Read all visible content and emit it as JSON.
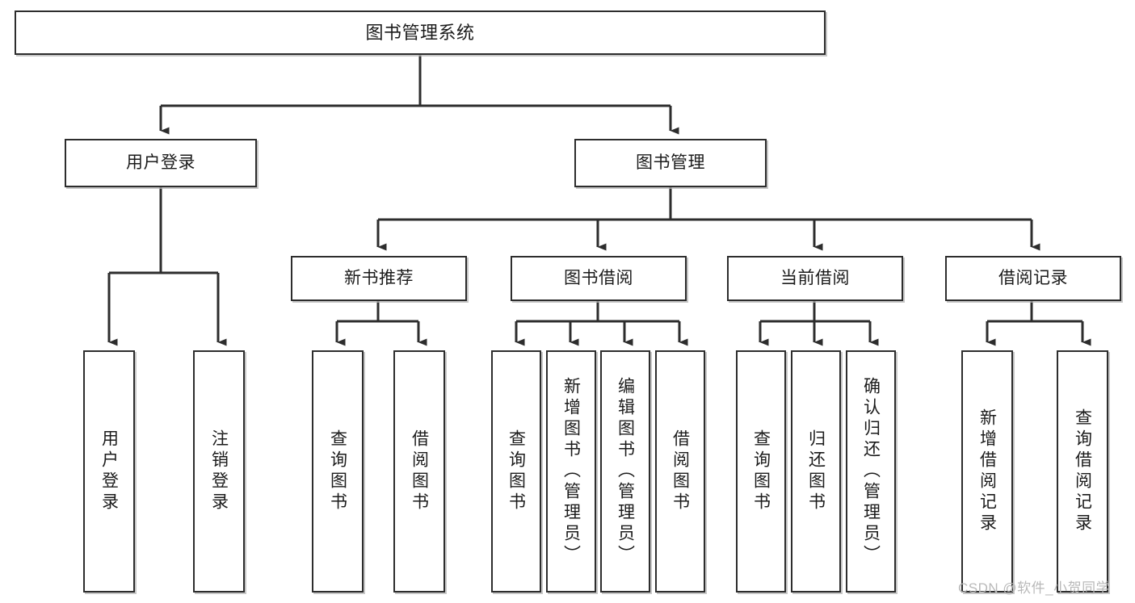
{
  "diagram": {
    "title": "图书管理系统",
    "type": "tree",
    "orientation": "top-down",
    "colors": {
      "background": "#ffffff",
      "node_fill": "#ffffff",
      "node_border": "#2d2d2d",
      "edge": "#2d2d2d",
      "text": "#1b1b1b",
      "watermark": "#b9b9b9"
    },
    "root": {
      "label": "图书管理系统",
      "name": "node-root"
    },
    "level2": [
      {
        "label": "用户登录",
        "name": "node-user-login"
      },
      {
        "label": "图书管理",
        "name": "node-book-management"
      }
    ],
    "level3": [
      {
        "label": "新书推荐",
        "name": "node-new-book-recommend"
      },
      {
        "label": "图书借阅",
        "name": "node-book-borrow"
      },
      {
        "label": "当前借阅",
        "name": "node-current-borrow"
      },
      {
        "label": "借阅记录",
        "name": "node-borrow-record"
      }
    ],
    "leaves": {
      "user_login": [
        {
          "label": "用户登录",
          "name": "leaf-user-login"
        },
        {
          "label": "注销登录",
          "name": "leaf-logout"
        }
      ],
      "new_book_recommend": [
        {
          "label": "查询图书",
          "name": "leaf-query-book-1"
        },
        {
          "label": "借阅图书",
          "name": "leaf-borrow-book-1"
        }
      ],
      "book_borrow": [
        {
          "label": "查询图书",
          "name": "leaf-query-book-2"
        },
        {
          "label": "新增图书（管理员）",
          "name": "leaf-add-book-admin"
        },
        {
          "label": "编辑图书（管理员）",
          "name": "leaf-edit-book-admin"
        },
        {
          "label": "借阅图书",
          "name": "leaf-borrow-book-2"
        }
      ],
      "current_borrow": [
        {
          "label": "查询图书",
          "name": "leaf-query-book-3"
        },
        {
          "label": "归还图书",
          "name": "leaf-return-book"
        },
        {
          "label": "确认归还（管理员）",
          "name": "leaf-confirm-return-admin"
        }
      ],
      "borrow_record": [
        {
          "label": "新增借阅记录",
          "name": "leaf-add-borrow-record"
        },
        {
          "label": "查询借阅记录",
          "name": "leaf-query-borrow-record"
        }
      ]
    }
  },
  "watermark": {
    "text": "CSDN @软件_小贺同学"
  }
}
